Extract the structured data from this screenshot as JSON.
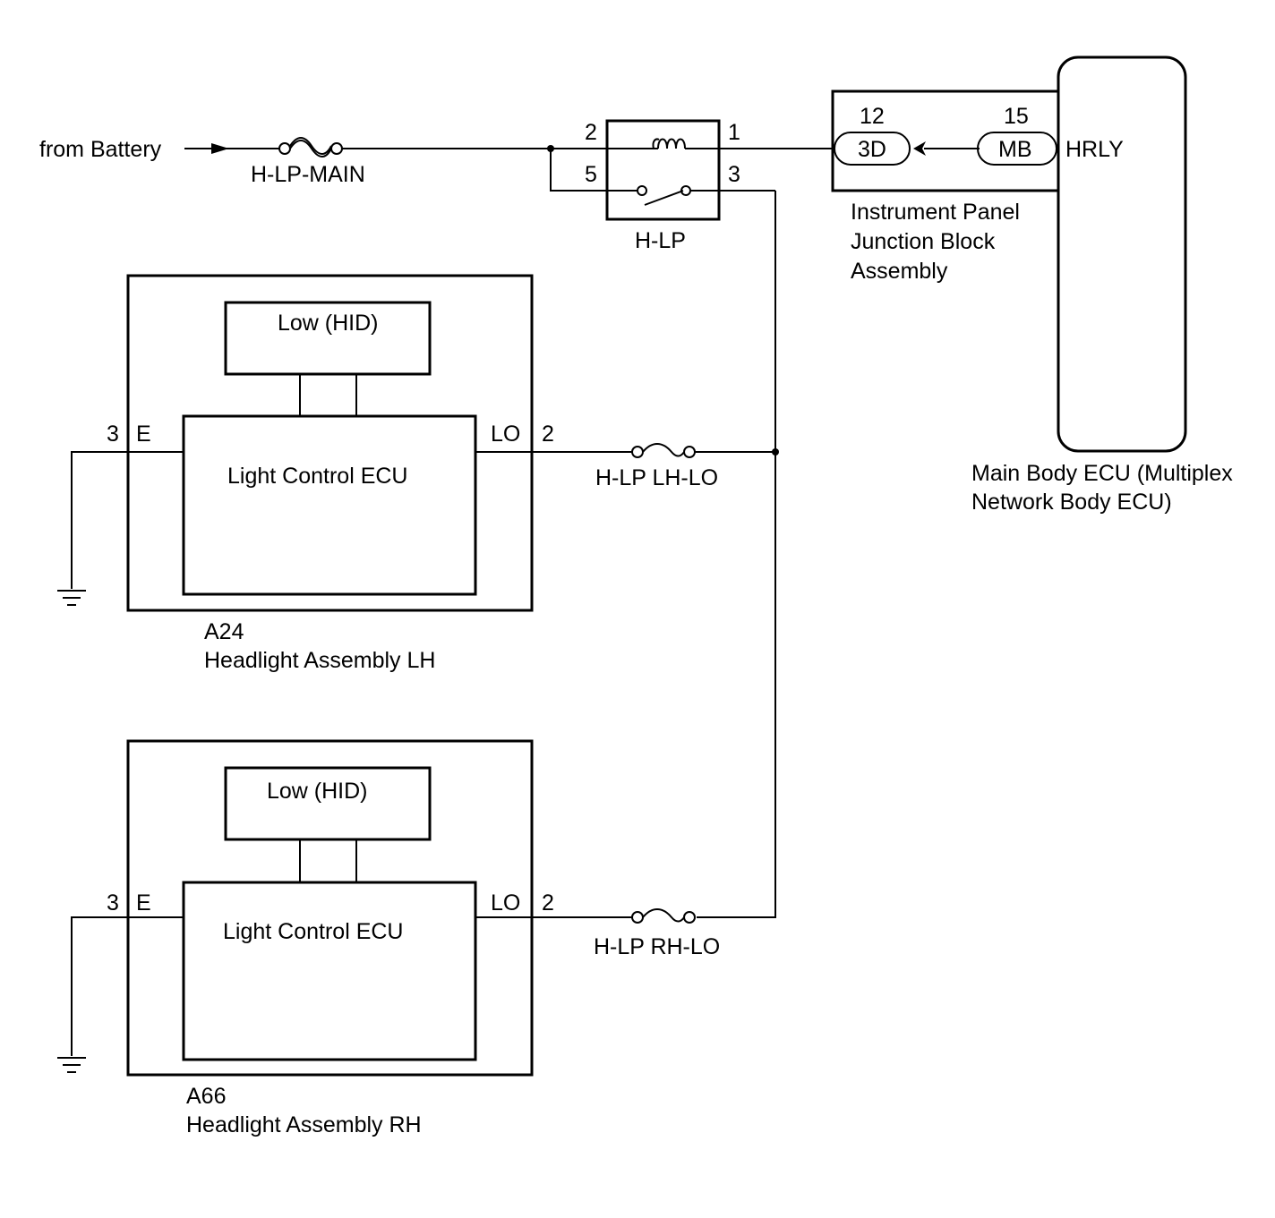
{
  "source": {
    "label": "from Battery"
  },
  "fuses": {
    "main": "H-LP-MAIN",
    "lh_lo": "H-LP LH-LO",
    "rh_lo": "H-LP RH-LO"
  },
  "relay": {
    "name": "H-LP",
    "pins": {
      "p1": "1",
      "p2": "2",
      "p3": "3",
      "p5": "5"
    }
  },
  "junction_block": {
    "name_line1": "Instrument Panel",
    "name_line2": "Junction Block",
    "name_line3": "Assembly",
    "connector": "3D",
    "pin": "12"
  },
  "body_ecu": {
    "name_line1": "Main Body ECU (Multiplex",
    "name_line2": "Network Body ECU)",
    "connector": "MB",
    "pin": "15",
    "terminal": "HRLY"
  },
  "headlight_lh": {
    "code": "A24",
    "name": "Headlight Assembly LH",
    "lamp": "Low (HID)",
    "ecu": "Light Control ECU",
    "pin_e_num": "3",
    "pin_e_name": "E",
    "pin_lo_name": "LO",
    "pin_lo_num": "2"
  },
  "headlight_rh": {
    "code": "A66",
    "name": "Headlight Assembly RH",
    "lamp": "Low (HID)",
    "ecu": "Light Control ECU",
    "pin_e_num": "3",
    "pin_e_name": "E",
    "pin_lo_name": "LO",
    "pin_lo_num": "2"
  }
}
